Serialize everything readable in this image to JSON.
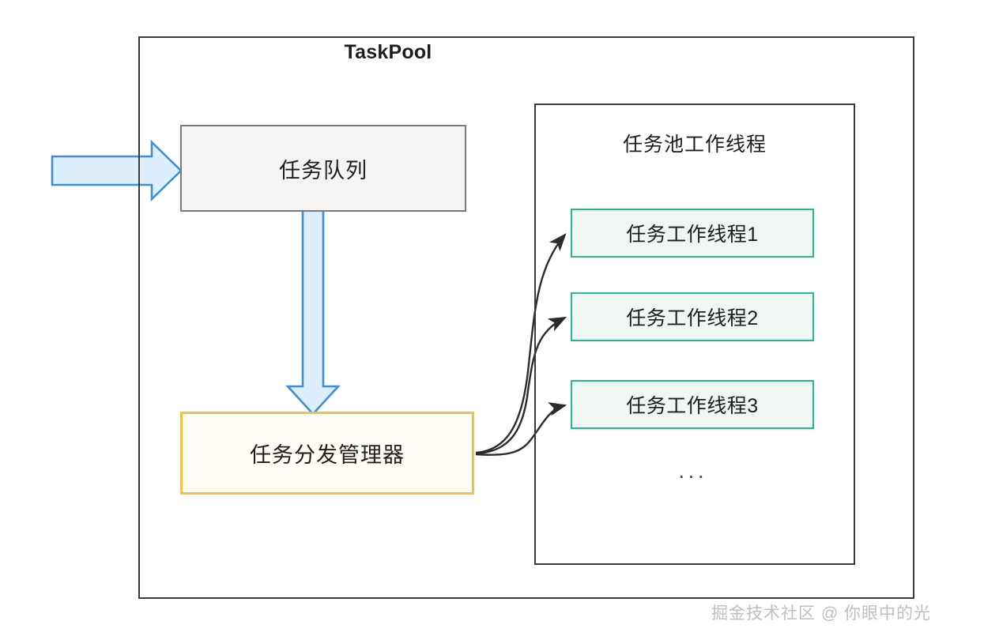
{
  "diagram": {
    "title": "TaskPool",
    "outer_container_label": "TaskPool",
    "queue": {
      "label": "任务队列",
      "fill": "#f4f4f4",
      "stroke": "#7a7a7a"
    },
    "dispatcher": {
      "label": "任务分发管理器",
      "fill": "#fffdf4",
      "stroke": "#f2c14a"
    },
    "worker_pool": {
      "title": "任务池工作线程",
      "stroke": "#3a3a3a",
      "workers": [
        {
          "label": "任务工作线程1"
        },
        {
          "label": "任务工作线程2"
        },
        {
          "label": "任务工作线程3"
        }
      ],
      "more_indicator": "···",
      "worker_fill": "#f0f6f2",
      "worker_stroke": "#24b894"
    },
    "arrows": {
      "input_arrow": {
        "name": "incoming-task-arrow",
        "fill": "#ddeefc",
        "stroke": "#3d8fd6",
        "direction": "right"
      },
      "queue_to_dispatcher": {
        "name": "queue-to-dispatcher-arrow",
        "fill": "#ddeefc",
        "stroke": "#3d8fd6",
        "direction": "down"
      },
      "dispatch_curves": {
        "name": "dispatcher-to-worker-arrows",
        "stroke": "#2b2b2b",
        "count": 3
      }
    }
  },
  "watermark": {
    "text": "掘金技术社区 @ 你眼中的光",
    "color": "#bfbfbf"
  }
}
